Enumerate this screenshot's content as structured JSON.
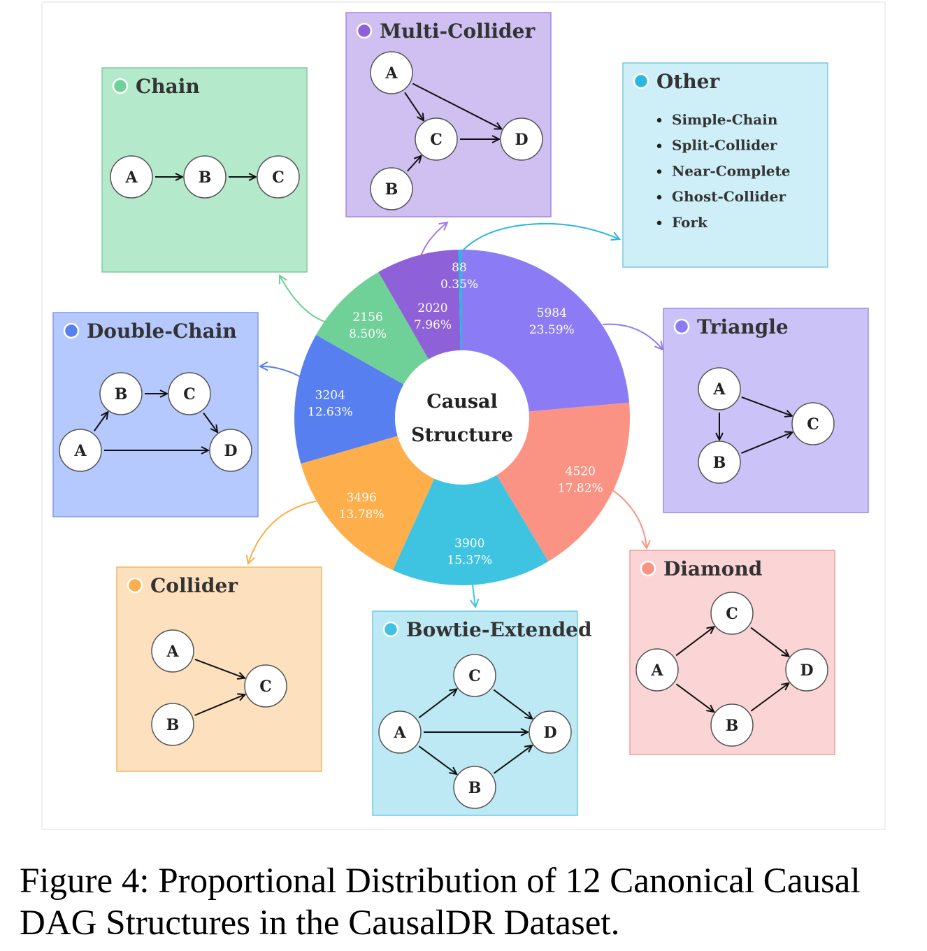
{
  "center_label": [
    "Causal",
    "Structure"
  ],
  "slices": [
    {
      "id": "triangle",
      "value": "5984",
      "percent": "23.59%",
      "fraction": 0.2359,
      "color": "#8b7cf6"
    },
    {
      "id": "diamond",
      "value": "4520",
      "percent": "17.82%",
      "fraction": 0.1782,
      "color": "#fb9384"
    },
    {
      "id": "bowtie",
      "value": "3900",
      "percent": "15.37%",
      "fraction": 0.1537,
      "color": "#3ec4e0"
    },
    {
      "id": "collider",
      "value": "3496",
      "percent": "13.78%",
      "fraction": 0.1378,
      "color": "#feae4a"
    },
    {
      "id": "double-chain",
      "value": "3204",
      "percent": "12.63%",
      "fraction": 0.1263,
      "color": "#577ff0"
    },
    {
      "id": "chain",
      "value": "2156",
      "percent": "8.50%",
      "fraction": 0.085,
      "color": "#6fd197"
    },
    {
      "id": "multi-collider",
      "value": "2020",
      "percent": "7.96%",
      "fraction": 0.0796,
      "color": "#8f61d9"
    },
    {
      "id": "other",
      "value": "88",
      "percent": "0.35%",
      "fraction": 0.0035,
      "color": "#2bb7de"
    }
  ],
  "panels": [
    {
      "id": "chain",
      "title": "Chain",
      "fill": "#b4e9cb",
      "stroke": "#84c9a0",
      "dot": "#6fd197",
      "nodes": [
        [
          "A"
        ],
        [
          "B"
        ],
        [
          "C"
        ]
      ],
      "edges": [
        "A→B",
        "B→C"
      ]
    },
    {
      "id": "multi-collider",
      "title": "Multi-Collider",
      "fill": "#d0c0f2",
      "stroke": "#a387e0",
      "dot": "#8f61d9",
      "nodes": [
        "A",
        "B",
        "C",
        "D"
      ],
      "edges": [
        "A→C",
        "A→D",
        "B→C",
        "C→D"
      ]
    },
    {
      "id": "other",
      "title": "Other",
      "fill": "#ceeff8",
      "stroke": "#79cbe0",
      "dot": "#2bb7de",
      "items": [
        "Simple-Chain",
        "Split-Collider",
        "Near-Complete",
        "Ghost-Collider",
        "Fork"
      ]
    },
    {
      "id": "double-chain",
      "title": "Double-Chain",
      "fill": "#b6c9ff",
      "stroke": "#7d9ae8",
      "dot": "#577ff0",
      "nodes": [
        "A",
        "B",
        "C",
        "D"
      ],
      "edges": [
        "A→B",
        "B→C",
        "C→D",
        "A→D"
      ]
    },
    {
      "id": "triangle",
      "title": "Triangle",
      "fill": "#cbc3f7",
      "stroke": "#9b8de6",
      "dot": "#8b7cf6",
      "nodes": [
        "A",
        "B",
        "C"
      ],
      "edges": [
        "A→B",
        "A→C",
        "B→C"
      ]
    },
    {
      "id": "collider",
      "title": "Collider",
      "fill": "#fde0bd",
      "stroke": "#f0b766",
      "dot": "#feae4a",
      "nodes": [
        "A",
        "B",
        "C"
      ],
      "edges": [
        "A→C",
        "B→C"
      ]
    },
    {
      "id": "bowtie",
      "title": "Bowtie-Extended",
      "fill": "#bde9f5",
      "stroke": "#6fcbe2",
      "dot": "#3ec4e0",
      "nodes": [
        "A",
        "B",
        "C",
        "D"
      ],
      "edges": [
        "A→C",
        "A→B",
        "A→D",
        "C→D",
        "B→D"
      ]
    },
    {
      "id": "diamond",
      "title": "Diamond",
      "fill": "#fbd5d5",
      "stroke": "#ee9e9a",
      "dot": "#fb9384",
      "nodes": [
        "A",
        "B",
        "C",
        "D"
      ],
      "edges": [
        "A→C",
        "A→B",
        "C→D",
        "B→D"
      ]
    }
  ],
  "caption": [
    "Figure 4: Proportional Distribution of 12 Canonical Causal",
    "DAG Structures in the CausalDR Dataset."
  ]
}
